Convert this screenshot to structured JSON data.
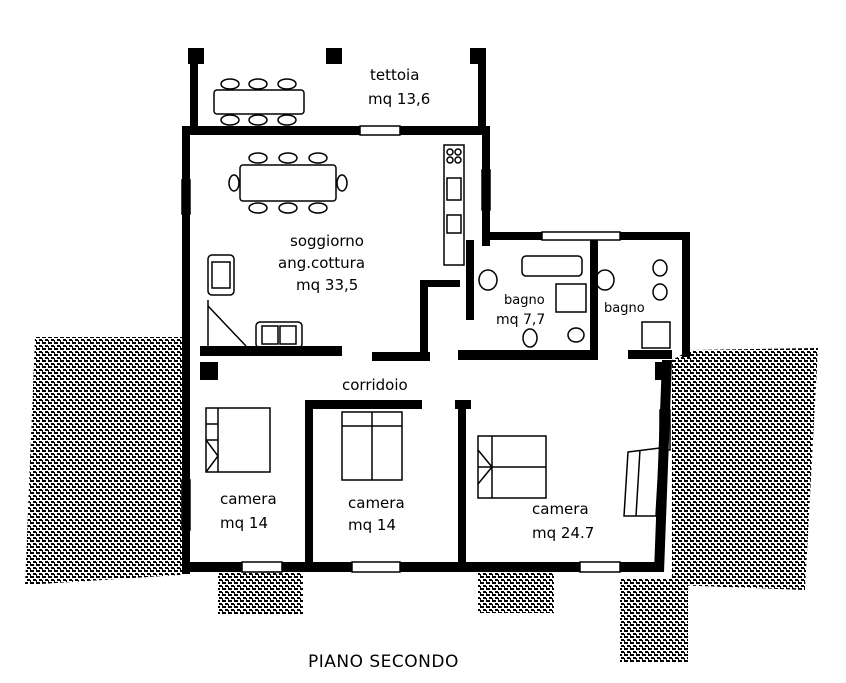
{
  "plan": {
    "title": "PIANO SECONDO",
    "rooms": {
      "tettoia": {
        "name": "tettoia",
        "area": "mq 13,6"
      },
      "soggiorno": {
        "name": "soggiorno",
        "sub": "ang.cottura",
        "area": "mq 33,5"
      },
      "bagno1": {
        "name": "bagno",
        "area": "mq 7,7"
      },
      "bagno2": {
        "name": "bagno"
      },
      "corridoio": {
        "name": "corridoio"
      },
      "camera1": {
        "name": "camera",
        "area": "mq 14"
      },
      "camera2": {
        "name": "camera",
        "area": "mq 14"
      },
      "camera3": {
        "name": "camera",
        "area": "mq 24.7"
      }
    }
  },
  "colors": {
    "wall": "#000000",
    "background": "#ffffff"
  }
}
